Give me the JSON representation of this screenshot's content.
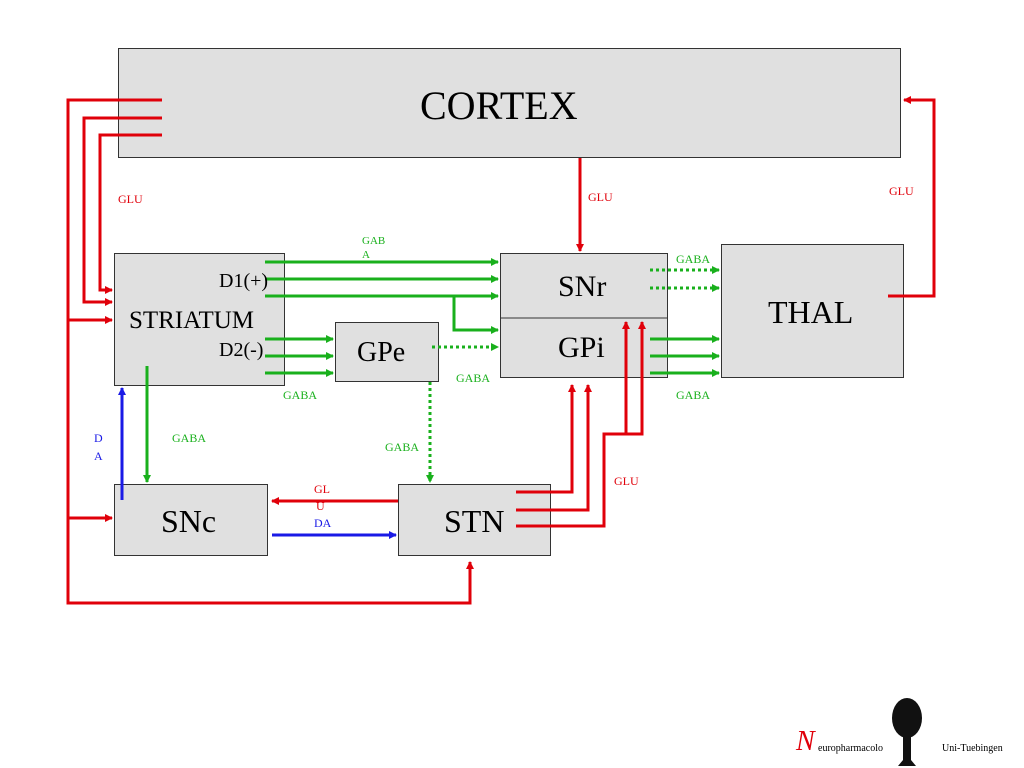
{
  "nodes": {
    "cortex": "CORTEX",
    "striatum": "STRIATUM",
    "d1": "D1(+)",
    "d2": "D2(-)",
    "gpe": "GPe",
    "snr": "SNr",
    "gpi": "GPi",
    "thal": "THAL",
    "snc": "SNc",
    "stn": "STN"
  },
  "labels": {
    "glu_left": "GLU",
    "glu_cortex_snr": "GLU",
    "glu_thal": "GLU",
    "gaba_top_1": "GAB",
    "gaba_top_2": "A",
    "gaba_snr_thal": "GABA",
    "gaba_striatum_gpe": "GABA",
    "gaba_gpe_gpi": "GABA",
    "gaba_gpi_thal": "GABA",
    "gaba_striatum_snc": "GABA",
    "gaba_gpe_stn": "GABA",
    "da_1": "D",
    "da_2": "A",
    "glu_stn_snc_1": "GL",
    "glu_stn_snc_2": "U",
    "da_snc_stn": "DA",
    "glu_stn_gpi": "GLU"
  },
  "colors": {
    "glutamate": "#e0000a",
    "gaba": "#19b01c",
    "dopamine": "#1a1ae6",
    "box": "#e0e0e0"
  },
  "footer": {
    "logo_letter": "N",
    "logo_text": "europharmacolo",
    "institution": "Uni-Tuebingen"
  }
}
